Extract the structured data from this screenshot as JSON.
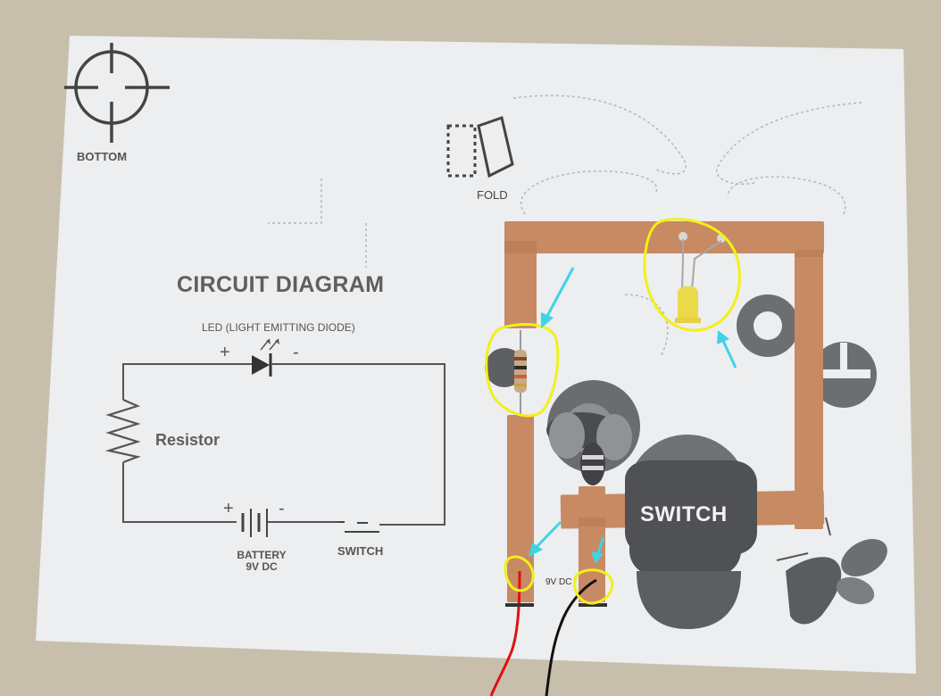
{
  "diagram": {
    "title": "CIRCUIT DIAGRAM",
    "led_label": "LED (LIGHT EMITTING DIODE)",
    "resistor_label": "Resistor",
    "battery_label_line1": "BATTERY",
    "battery_label_line2": "9V DC",
    "switch_label": "SWITCH",
    "plus_sign": "+",
    "minus_sign": "-"
  },
  "guides": {
    "bottom_label": "BOTTOM",
    "fold_label": "FOLD"
  },
  "board": {
    "switch_pad_label": "SWITCH",
    "power_label": "9V DC"
  },
  "colors": {
    "copper": "#c78a63",
    "highlight": "#f2f018",
    "arrow": "#3fd3e6",
    "paper": "#eceef0",
    "wire_positive": "#e01010",
    "wire_negative": "#111111"
  }
}
